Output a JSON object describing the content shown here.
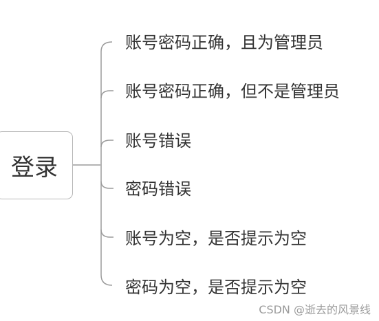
{
  "root": {
    "label": "登录"
  },
  "children": [
    {
      "label": "账号密码正确，且为管理员"
    },
    {
      "label": "账号密码正确，但不是管理员"
    },
    {
      "label": "账号错误"
    },
    {
      "label": "密码错误"
    },
    {
      "label": "账号为空，是否提示为空"
    },
    {
      "label": "密码为空，是否提示为空"
    }
  ],
  "watermark": "CSDN @逝去的风景线",
  "colors": {
    "connector": "#9a9a9a",
    "node_border": "#b7b7b7",
    "text": "#333333"
  }
}
